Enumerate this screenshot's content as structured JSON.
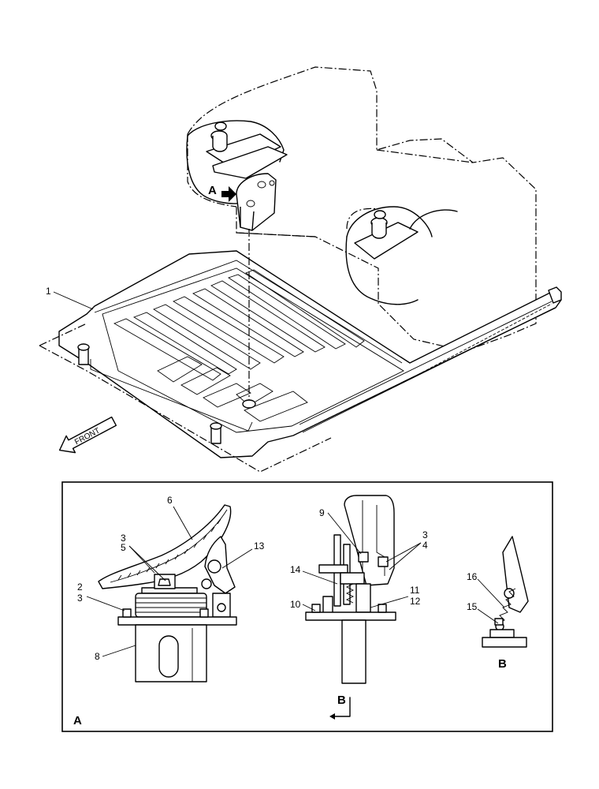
{
  "main_view": {
    "callout_1": "1",
    "view_arrow_label": "A",
    "front_label": "FRONT"
  },
  "detail_a": {
    "panel_label": "A",
    "view_b_marker": "B",
    "callouts": {
      "c2": "2",
      "c3a": "3",
      "c3b": "3",
      "c3c": "3",
      "c4": "4",
      "c5": "5",
      "c6": "6",
      "c8": "8",
      "c9": "9",
      "c10": "10",
      "c11": "11",
      "c12": "12",
      "c13": "13",
      "c14": "14",
      "c15": "15",
      "c16": "16"
    }
  },
  "detail_b": {
    "label": "B"
  }
}
